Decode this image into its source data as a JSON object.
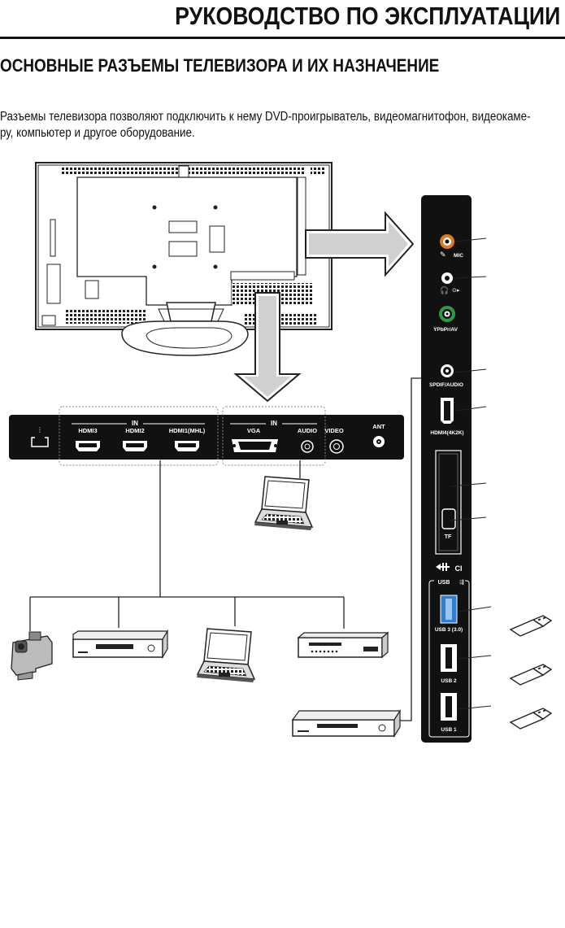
{
  "header": {
    "title": "РУКОВОДСТВО ПО ЭКСПЛУАТАЦИИ"
  },
  "section": {
    "title": "ОСНОВНЫЕ РАЗЪЕМЫ ТЕЛЕВИЗОРА И ИХ НАЗНАЧЕНИЕ"
  },
  "intro": {
    "line1": "Разъемы телевизора позволяют подключить к нему DVD-проигрыватель, видеомагнитофон, видеокаме-",
    "line2": "ру, компьютер и другое оборудование."
  },
  "bottom_panel": {
    "hdmi_group_label": "IN",
    "hdmi3": "HDMI3",
    "hdmi2": "HDMI2",
    "hdmi1": "HDMI1(MHL)",
    "pc_group_label": "IN",
    "vga": "VGA",
    "audio": "AUDIO",
    "video": "VIDEO",
    "ant": "ANT"
  },
  "side_panel": {
    "mic": "MIC",
    "ypbpr": "YPbPr/AV",
    "spdif": "SPDIF/AUDIO",
    "hdmi4": "HDMI4(4K2K)",
    "tf": "TF",
    "ci": "CI",
    "usb_header": "USB",
    "usb3": "USB 3 (3.0)",
    "usb2": "USB 2",
    "usb1": "USB 1"
  },
  "icons": [
    "camcorder-icon",
    "dvd-player-icon",
    "laptop-icon",
    "usb-flash-icon",
    "tv-back-icon"
  ],
  "colors": {
    "mic_jack": "#e07a1f",
    "ypbpr_jack": "#2e9a48",
    "usb3_port": "#2f7fd0",
    "panel": "#111111"
  }
}
